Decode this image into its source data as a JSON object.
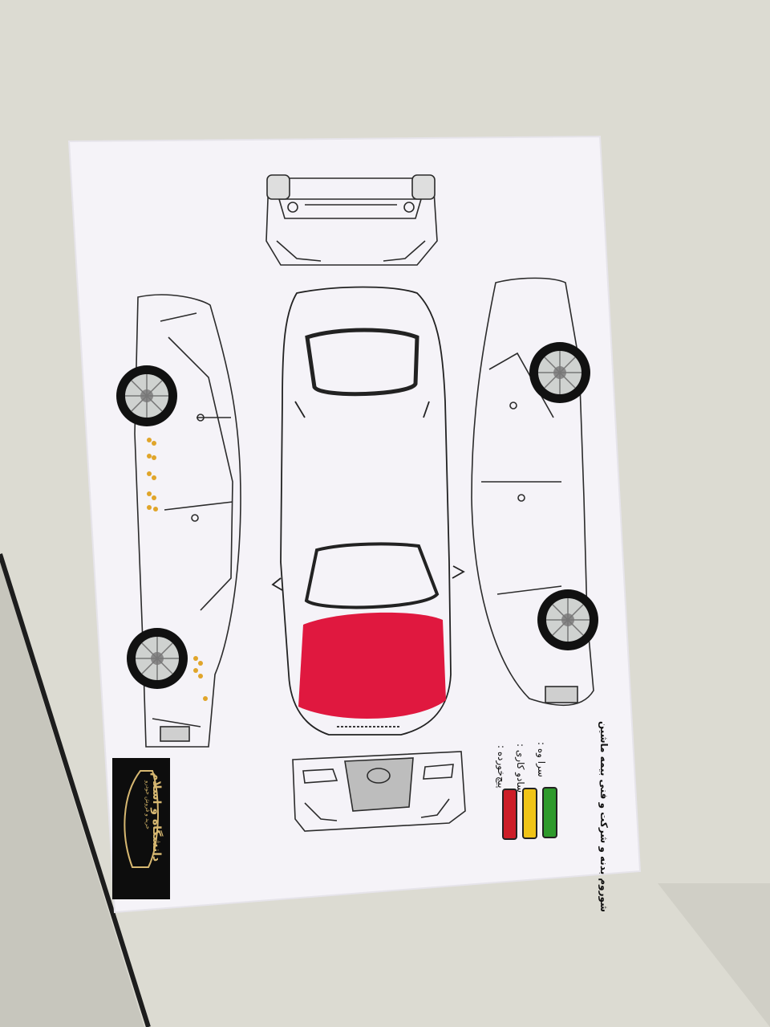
{
  "legend": {
    "damaged": {
      "label": "پیچ‌خورده :",
      "color": "#cc1e28",
      "icon": "red-swatch"
    },
    "simple": {
      "label": "سادو کاری :",
      "color": "#f0c417",
      "icon": "yellow-swatch"
    },
    "healthy": {
      "label": "سرا وه :",
      "color": "#2e9a2c",
      "icon": "green-swatch"
    }
  },
  "caption": "شوروم بدنه و شرکت و فنی بیمه ماشین",
  "logo": {
    "title": "دانشگاه و اسلام",
    "subtitle": "خرید و فروش خودرو",
    "accent": "#d7b871"
  },
  "marked_parts": {
    "hood_color": "#e0183f",
    "spot_color": "#e0a52a"
  }
}
